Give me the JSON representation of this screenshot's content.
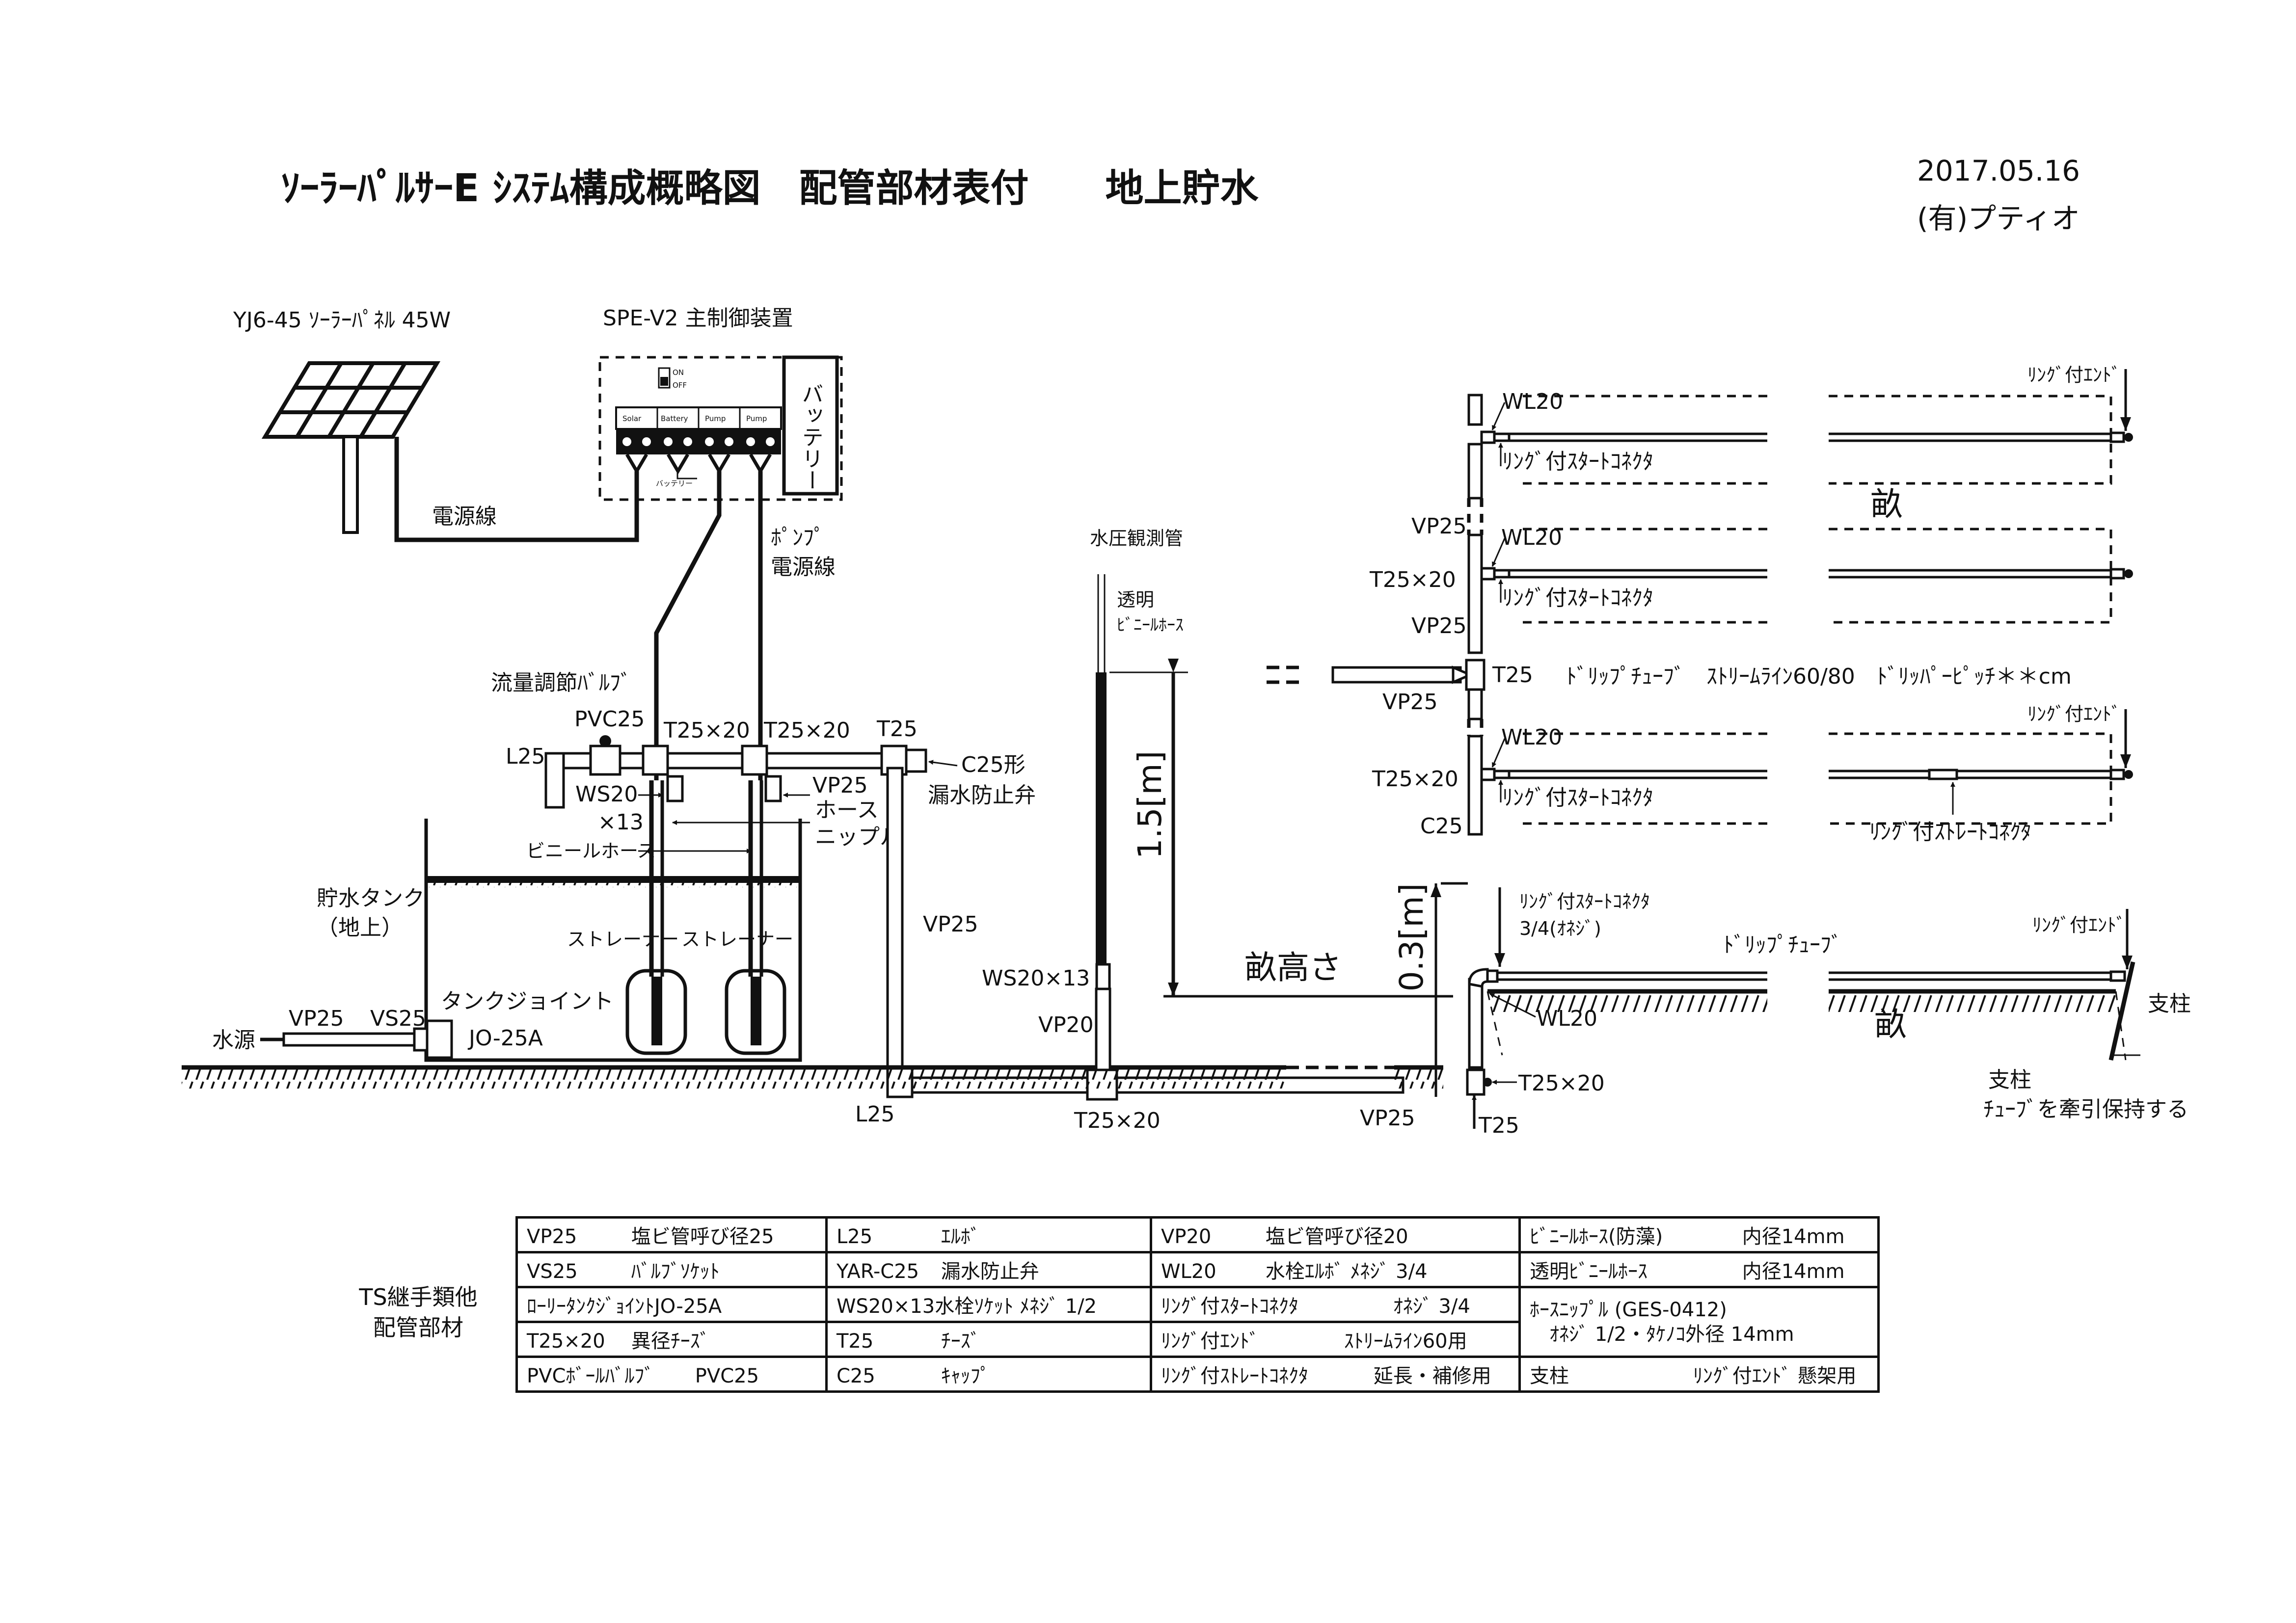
{
  "header": {
    "title": "ｿｰﾗｰﾊﾟﾙｻｰE ｼｽﾃﾑ構成概略図　配管部材表付　　地上貯水",
    "date": "2017.05.16",
    "company": "(有)プティオ"
  },
  "source_side": {
    "solar_panel": "YJ6-45 ｿｰﾗｰﾊﾟﾈﾙ 45W",
    "controller": "SPE-V2 主制御装置",
    "battery": "バッテリー",
    "switch_on": "ON",
    "switch_off": "OFF",
    "terminals": [
      "Solar",
      "Battery",
      "Pump",
      "Pump"
    ],
    "terminal_battery_label": "バッテリー",
    "power_cable": "電源線",
    "pump_cable_1": "ﾎﾟﾝﾌﾟ",
    "pump_cable_2": "電源線",
    "flow_valve": "流量調節ﾊﾞﾙﾌﾞ",
    "pvc25": "PVC25",
    "t25x20_a": "T25×20",
    "t25x20_b": "T25×20",
    "t25_top": "T25",
    "l25_top": "L25",
    "c25": "C25形",
    "leak_valve": "漏水防止弁",
    "ws20": "WS20",
    "x13": "×13",
    "vp25_hose": "VP25",
    "hose": "ホース",
    "nipple": "ニップル",
    "vinyl_hose": "ビニールホース",
    "tank_1": "貯水タンク",
    "tank_2": "（地上）",
    "strainer_1": "ストレーナー",
    "strainer_2": "ストレーナー",
    "tank_joint": "タンクジョイント",
    "jo25a": "JO-25A",
    "vp25_src": "VP25",
    "vs25": "VS25",
    "water_source": "水源",
    "vp25_riser": "VP25",
    "l25_bottom": "L25",
    "t25x20_bottom": "T25×20"
  },
  "gauge": {
    "title": "水圧観測管",
    "clear_1": "透明",
    "clear_2": "ﾋﾞﾆｰﾙﾎｰｽ",
    "height": "1.5[m]",
    "ws20x13": "WS20×13",
    "vp20": "VP20",
    "ridge_height": "畝高さ"
  },
  "field": {
    "wl20_1": "WL20",
    "wl20_2": "WL20",
    "wl20_3": "WL20",
    "wl20_4": "WL20",
    "start_conn_1": "ﾘﾝｸﾞ付ｽﾀｰﾄｺﾈｸﾀ",
    "start_conn_2": "ﾘﾝｸﾞ付ｽﾀｰﾄｺﾈｸﾀ",
    "start_conn_3": "ﾘﾝｸﾞ付ｽﾀｰﾄｺﾈｸﾀ",
    "ring_end_1": "ﾘﾝｸﾞ付ｴﾝﾄﾞ",
    "ring_end_2": "ﾘﾝｸﾞ付ｴﾝﾄﾞ",
    "ring_end_3": "ﾘﾝｸﾞ付ｴﾝﾄﾞ",
    "ridge_1": "畝",
    "ridge_2": "畝",
    "vp25_1": "VP25",
    "vp25_2": "VP25",
    "vp25_3": "VP25",
    "vp25_4": "VP25",
    "t25x20_1": "T25×20",
    "t25x20_2": "T25×20",
    "t25x20_3": "T25×20",
    "t25_mid": "T25",
    "t25_bottom": "T25",
    "c25": "C25",
    "drip_spec": "ﾄﾞﾘｯﾌﾟﾁｭｰﾌﾞ　ｽﾄﾘｰﾑﾗｲﾝ60/80　ﾄﾞﾘｯﾊﾟｰﾋﾟｯﾁ＊＊cm",
    "straight_conn": "ﾘﾝｸﾞ付ｽﾄﾚｰﾄｺﾈｸﾀ",
    "height_03": "0.3[m]",
    "start_conn_side_1": "ﾘﾝｸﾞ付ｽﾀｰﾄｺﾈｸﾀ",
    "start_conn_side_2": "3/4(ｵﾈｼﾞ)",
    "drip_tube": "ﾄﾞﾘｯﾌﾟﾁｭｰﾌﾞ",
    "post": "支柱",
    "post_note_1": "支柱",
    "post_note_2": "ﾁｭｰﾌﾞを牽引保持する"
  },
  "parts_caption": [
    "TS継手類他",
    "配管部材"
  ],
  "parts_table": [
    [
      {
        "code": "VP25",
        "desc": "塩ビ管呼び径25"
      },
      {
        "code": "L25",
        "desc": "ｴﾙﾎﾞ"
      },
      {
        "code": "VP20",
        "desc": "塩ビ管呼び径20"
      },
      {
        "code": "ﾋﾞﾆｰﾙﾎｰｽ(防藻)",
        "desc": "内径14mm"
      }
    ],
    [
      {
        "code": "VS25",
        "desc": "ﾊﾞﾙﾌﾞｿｹｯﾄ"
      },
      {
        "code": "YAR-C25",
        "desc": "漏水防止弁"
      },
      {
        "code": "WL20",
        "desc": "水栓ｴﾙﾎﾞ ﾒﾈｼﾞ 3/4"
      },
      {
        "code": "透明ﾋﾞﾆｰﾙﾎｰｽ",
        "desc": "内径14mm"
      }
    ],
    [
      {
        "code": "ﾛｰﾘｰﾀﾝｸｼﾞｮｲﾝﾄ",
        "desc": "JO-25A"
      },
      {
        "code": "WS20×13",
        "desc": "水栓ｿｹｯﾄ ﾒﾈｼﾞ 1/2"
      },
      {
        "code": "ﾘﾝｸﾞ付ｽﾀｰﾄｺﾈｸﾀ",
        "desc": "ｵﾈｼﾞ 3/4"
      },
      {
        "code": "ﾎｰｽﾆｯﾌﾟﾙ",
        "desc": "(GES-0412)",
        "line2": "ｵﾈｼﾞ 1/2・ﾀｹﾉｺ外径 14mm"
      }
    ],
    [
      {
        "code": "T25×20",
        "desc": "異径ﾁｰｽﾞ"
      },
      {
        "code": "T25",
        "desc": "ﾁｰｽﾞ"
      },
      {
        "code": "ﾘﾝｸﾞ付ｴﾝﾄﾞ",
        "desc": "ｽﾄﾘｰﾑﾗｲﾝ60用"
      }
    ],
    [
      {
        "code": "PVCﾎﾞｰﾙﾊﾞﾙﾌﾞ",
        "desc": "PVC25"
      },
      {
        "code": "C25",
        "desc": "ｷｬｯﾌﾟ"
      },
      {
        "code": "ﾘﾝｸﾞ付ｽﾄﾚｰﾄｺﾈｸﾀ",
        "desc": "延長・補修用"
      },
      {
        "code": "支柱",
        "desc": "ﾘﾝｸﾞ付ｴﾝﾄﾞ 懸架用"
      }
    ]
  ]
}
